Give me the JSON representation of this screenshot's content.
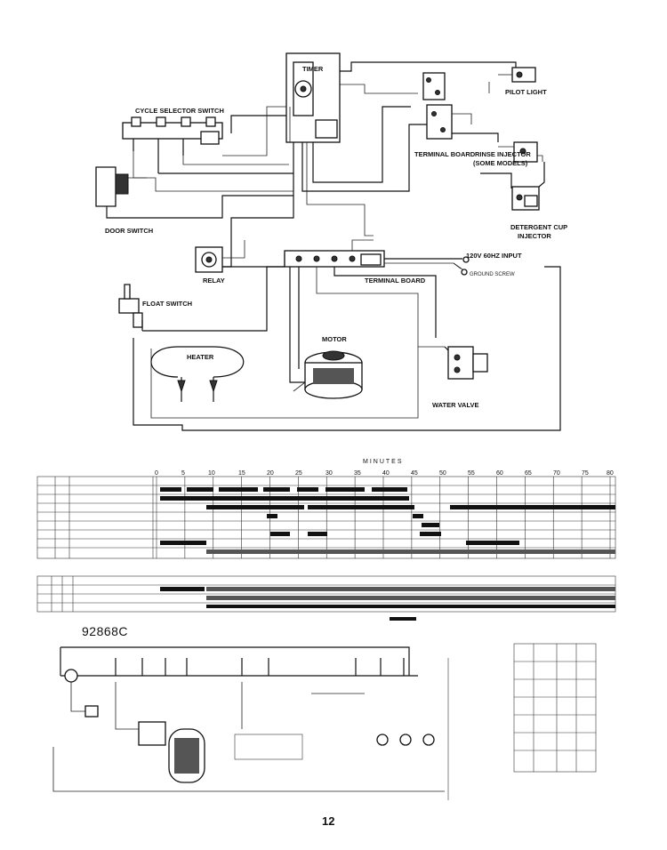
{
  "wiring_diagram": {
    "labels": {
      "timer": "TIMER",
      "pilot_light": "PILOT LIGHT",
      "cycle_selector_switch": "CYCLE SELECTOR SWITCH",
      "terminal_board_top": "TERMINAL BOARD",
      "rinse_injector": "RINSE INJECTOR",
      "rinse_injector_note": "(SOME MODELS)",
      "door_switch": "DOOR SWITCH",
      "detergent_cup": "DETERGENT CUP",
      "injector": "INJECTOR",
      "relay": "RELAY",
      "power_input": "120V 60HZ INPUT",
      "ground_screw": "GROUND SCREW",
      "terminal_board_mid": "TERMINAL BOARD",
      "float_switch": "FLOAT SWITCH",
      "heater": "HEATER",
      "motor": "MOTOR",
      "water_valve": "WATER VALVE"
    }
  },
  "timer_chart": {
    "axis_title": "MINUTES",
    "ticks": [
      "0",
      "5",
      "10",
      "15",
      "20",
      "25",
      "30",
      "35",
      "40",
      "45",
      "50",
      "55",
      "60",
      "65",
      "70",
      "75",
      "80"
    ]
  },
  "schematic": {
    "model_number": "92868C"
  },
  "page": {
    "number": "12"
  }
}
